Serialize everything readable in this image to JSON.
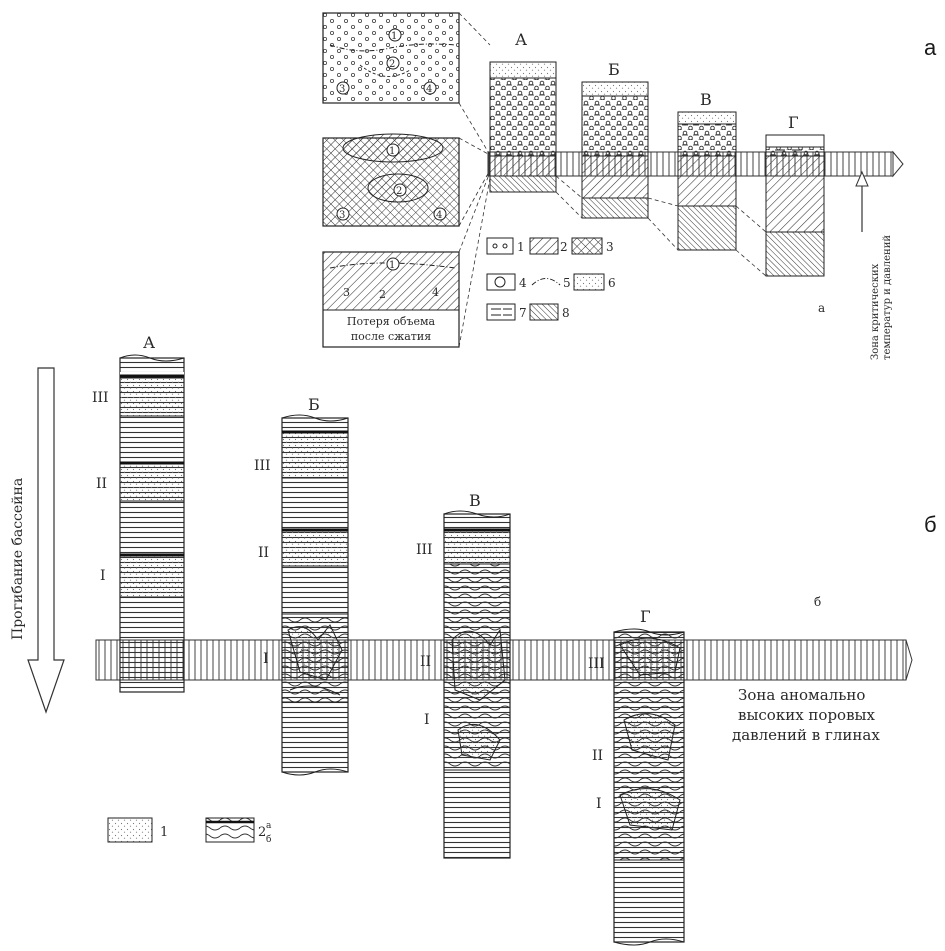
{
  "panel_labels": {
    "a": "а",
    "b": "б",
    "a_small": "а",
    "b_small": "б"
  },
  "part_a": {
    "columns": [
      "А",
      "Б",
      "В",
      "Г"
    ],
    "inset_numbers": [
      "1",
      "2",
      "3",
      "4"
    ],
    "inset_caption_line1": "Потеря объема",
    "inset_caption_line2": "после сжатия",
    "zone_label_line1": "Зона критических",
    "zone_label_line2": "температур и давлений",
    "legend": [
      {
        "num": "1",
        "pattern": "dots"
      },
      {
        "num": "2",
        "pattern": "hatch"
      },
      {
        "num": "3",
        "pattern": "crosshatch"
      },
      {
        "num": "4",
        "pattern": "circle-number"
      },
      {
        "num": "5",
        "pattern": "dashdot-line"
      },
      {
        "num": "6",
        "pattern": "stipple"
      },
      {
        "num": "7",
        "pattern": "dashes"
      },
      {
        "num": "8",
        "pattern": "dense-hatch"
      }
    ]
  },
  "part_b": {
    "arrow_label": "Прогибание бассейна",
    "columns": [
      "А",
      "Б",
      "В",
      "Г"
    ],
    "roman": [
      "I",
      "II",
      "III"
    ],
    "zone_line1": "Зона аномально",
    "zone_line2": "высоких поровых",
    "zone_line3": "давлений в глинах",
    "legend_1": "1",
    "legend_2": "2",
    "legend_2_sup": "а",
    "legend_2_sub": "б"
  }
}
